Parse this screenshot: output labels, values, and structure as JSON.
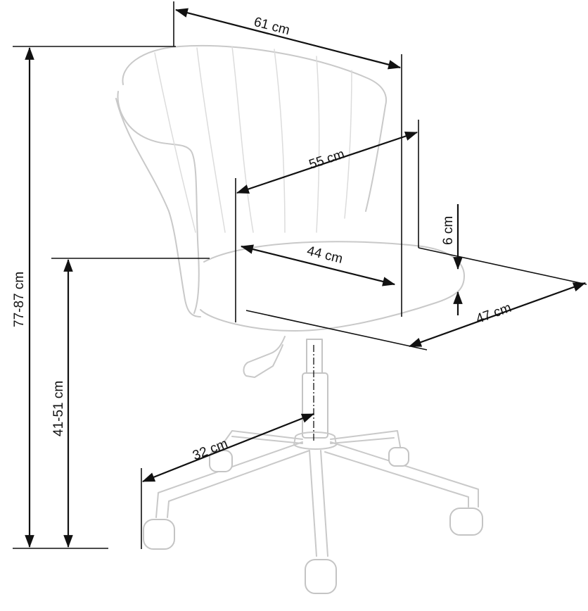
{
  "diagram": {
    "type": "product-dimension-drawing",
    "subject": "office swivel chair with shell-back and five-star base",
    "dimensions": {
      "overall_width": {
        "label": "61 cm",
        "value": 61,
        "unit": "cm",
        "orientation": "diagonal"
      },
      "backrest_width": {
        "label": "55 cm",
        "value": 55,
        "unit": "cm",
        "orientation": "diagonal"
      },
      "seat_width": {
        "label": "44 cm",
        "value": 44,
        "unit": "cm",
        "orientation": "diagonal"
      },
      "seat_depth": {
        "label": "47 cm",
        "value": 47,
        "unit": "cm",
        "orientation": "diagonal"
      },
      "seat_thickness": {
        "label": "6 cm",
        "value": 6,
        "unit": "cm",
        "orientation": "vertical"
      },
      "overall_height": {
        "label": "77-87 cm",
        "min": 77,
        "max": 87,
        "unit": "cm",
        "orientation": "vertical"
      },
      "seat_height": {
        "label": "41-51 cm",
        "min": 41,
        "max": 51,
        "unit": "cm",
        "orientation": "vertical"
      },
      "base_radius": {
        "label": "32 cm",
        "value": 32,
        "unit": "cm",
        "orientation": "diagonal"
      }
    },
    "colors": {
      "dimension_lines": "#111111",
      "sketch_lines": "#c9c9c9",
      "background": "#ffffff"
    }
  }
}
